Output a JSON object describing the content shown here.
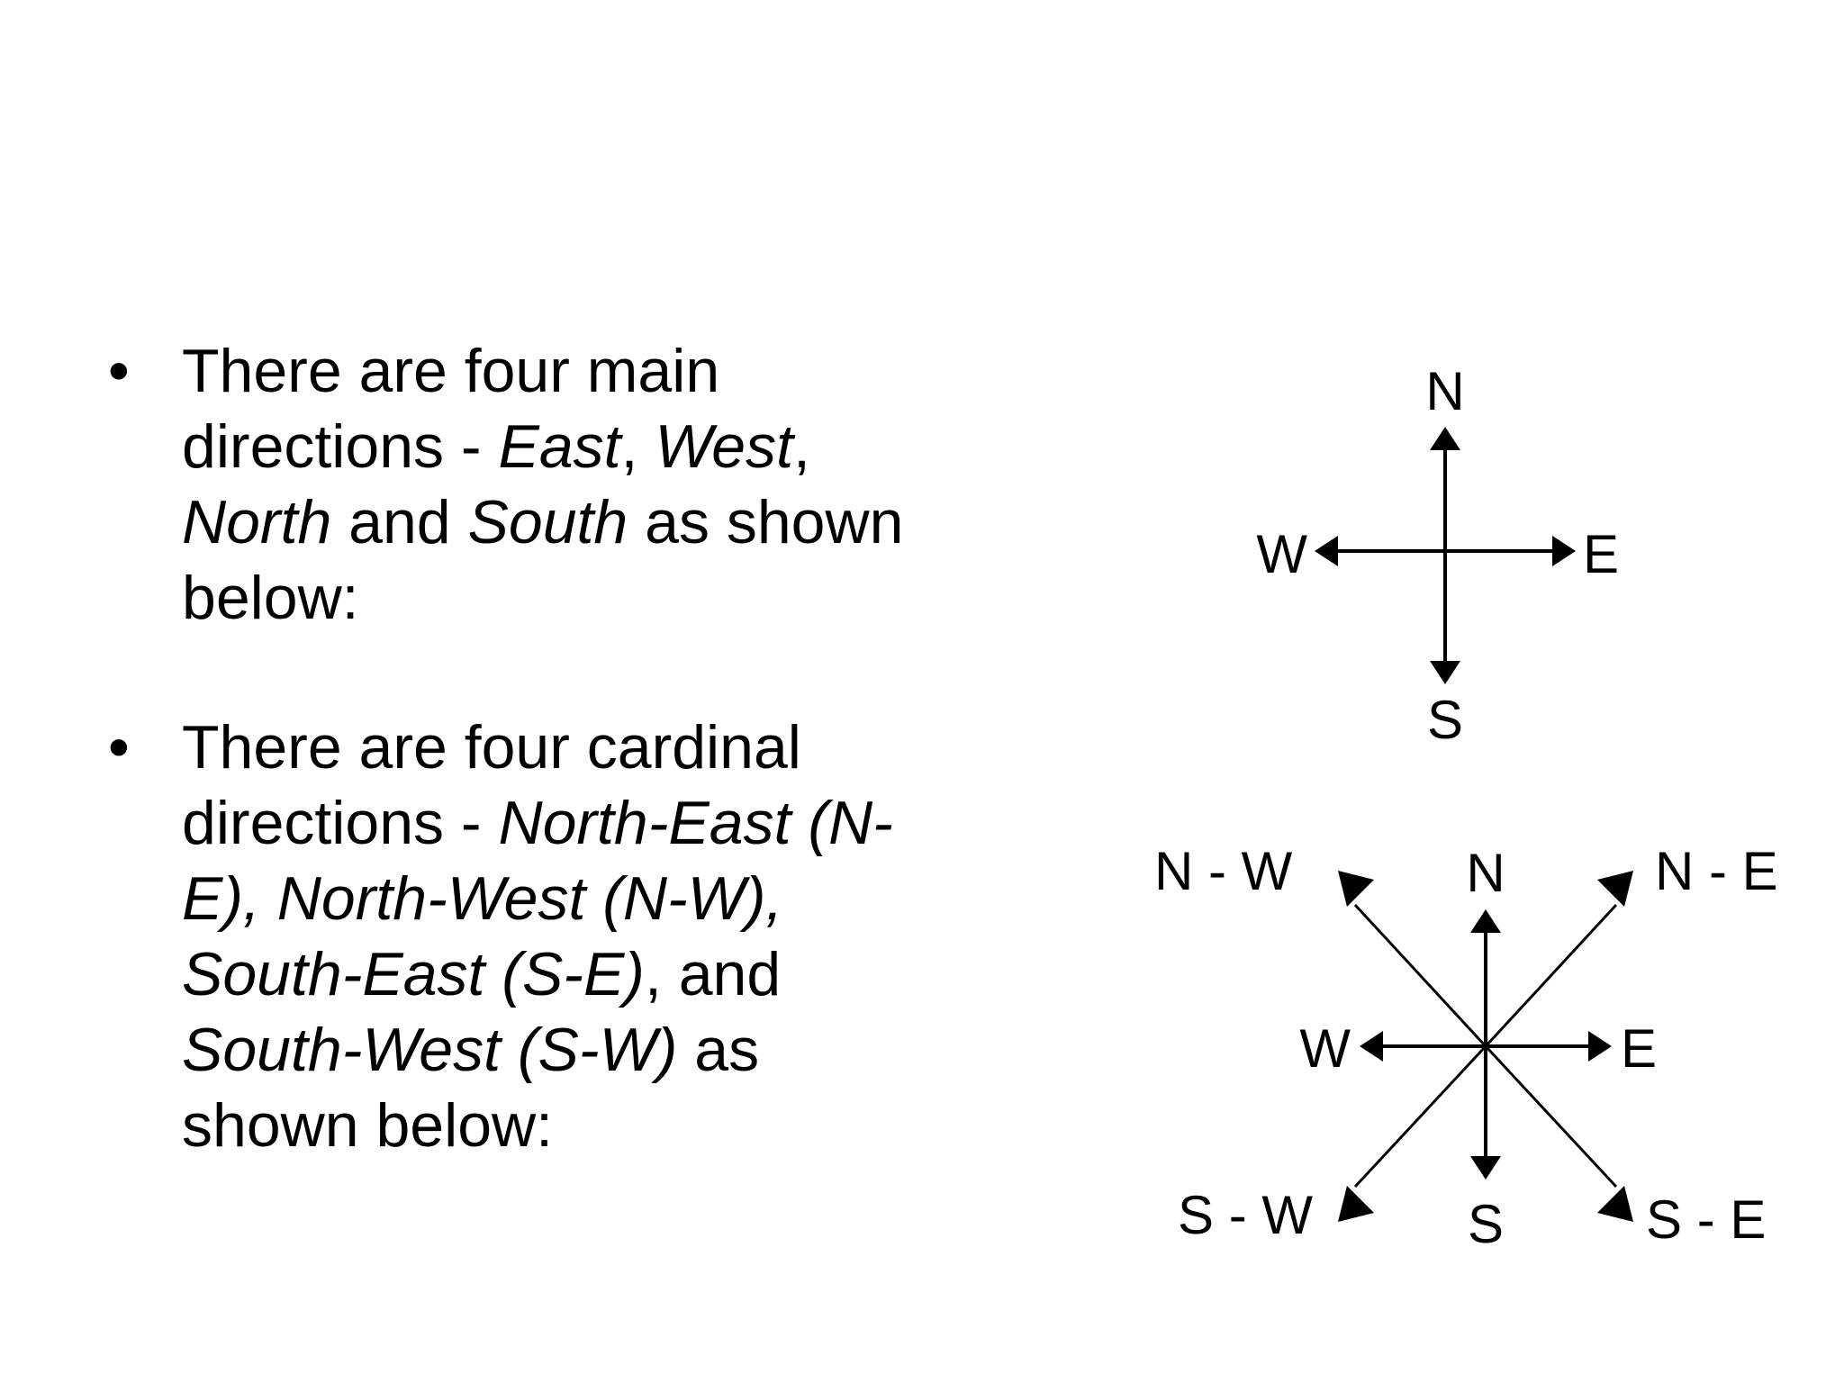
{
  "bullets": [
    {
      "segments": [
        {
          "text": "There are four main directions - ",
          "italic": false
        },
        {
          "text": "East",
          "italic": true
        },
        {
          "text": ", ",
          "italic": false
        },
        {
          "text": "West",
          "italic": true
        },
        {
          "text": ", ",
          "italic": false
        },
        {
          "text": "North",
          "italic": true
        },
        {
          "text": " and ",
          "italic": false
        },
        {
          "text": "South",
          "italic": true
        },
        {
          "text": " as shown below:",
          "italic": false
        }
      ]
    },
    {
      "segments": [
        {
          "text": "There are four cardinal directions - ",
          "italic": false
        },
        {
          "text": "North-East (N-E), North-West (N-W), South-East (S-E)",
          "italic": true
        },
        {
          "text": ", and ",
          "italic": false
        },
        {
          "text": "South-West (S-W)",
          "italic": true
        },
        {
          "text": " as shown below:",
          "italic": false
        }
      ]
    }
  ],
  "bullet_symbol": "•",
  "compass4": {
    "n": "N",
    "s": "S",
    "e": "E",
    "w": "W"
  },
  "compass8": {
    "n": "N",
    "s": "S",
    "e": "E",
    "w": "W",
    "ne": "N - E",
    "nw": "N - W",
    "se": "S - E",
    "sw": "S - W"
  }
}
